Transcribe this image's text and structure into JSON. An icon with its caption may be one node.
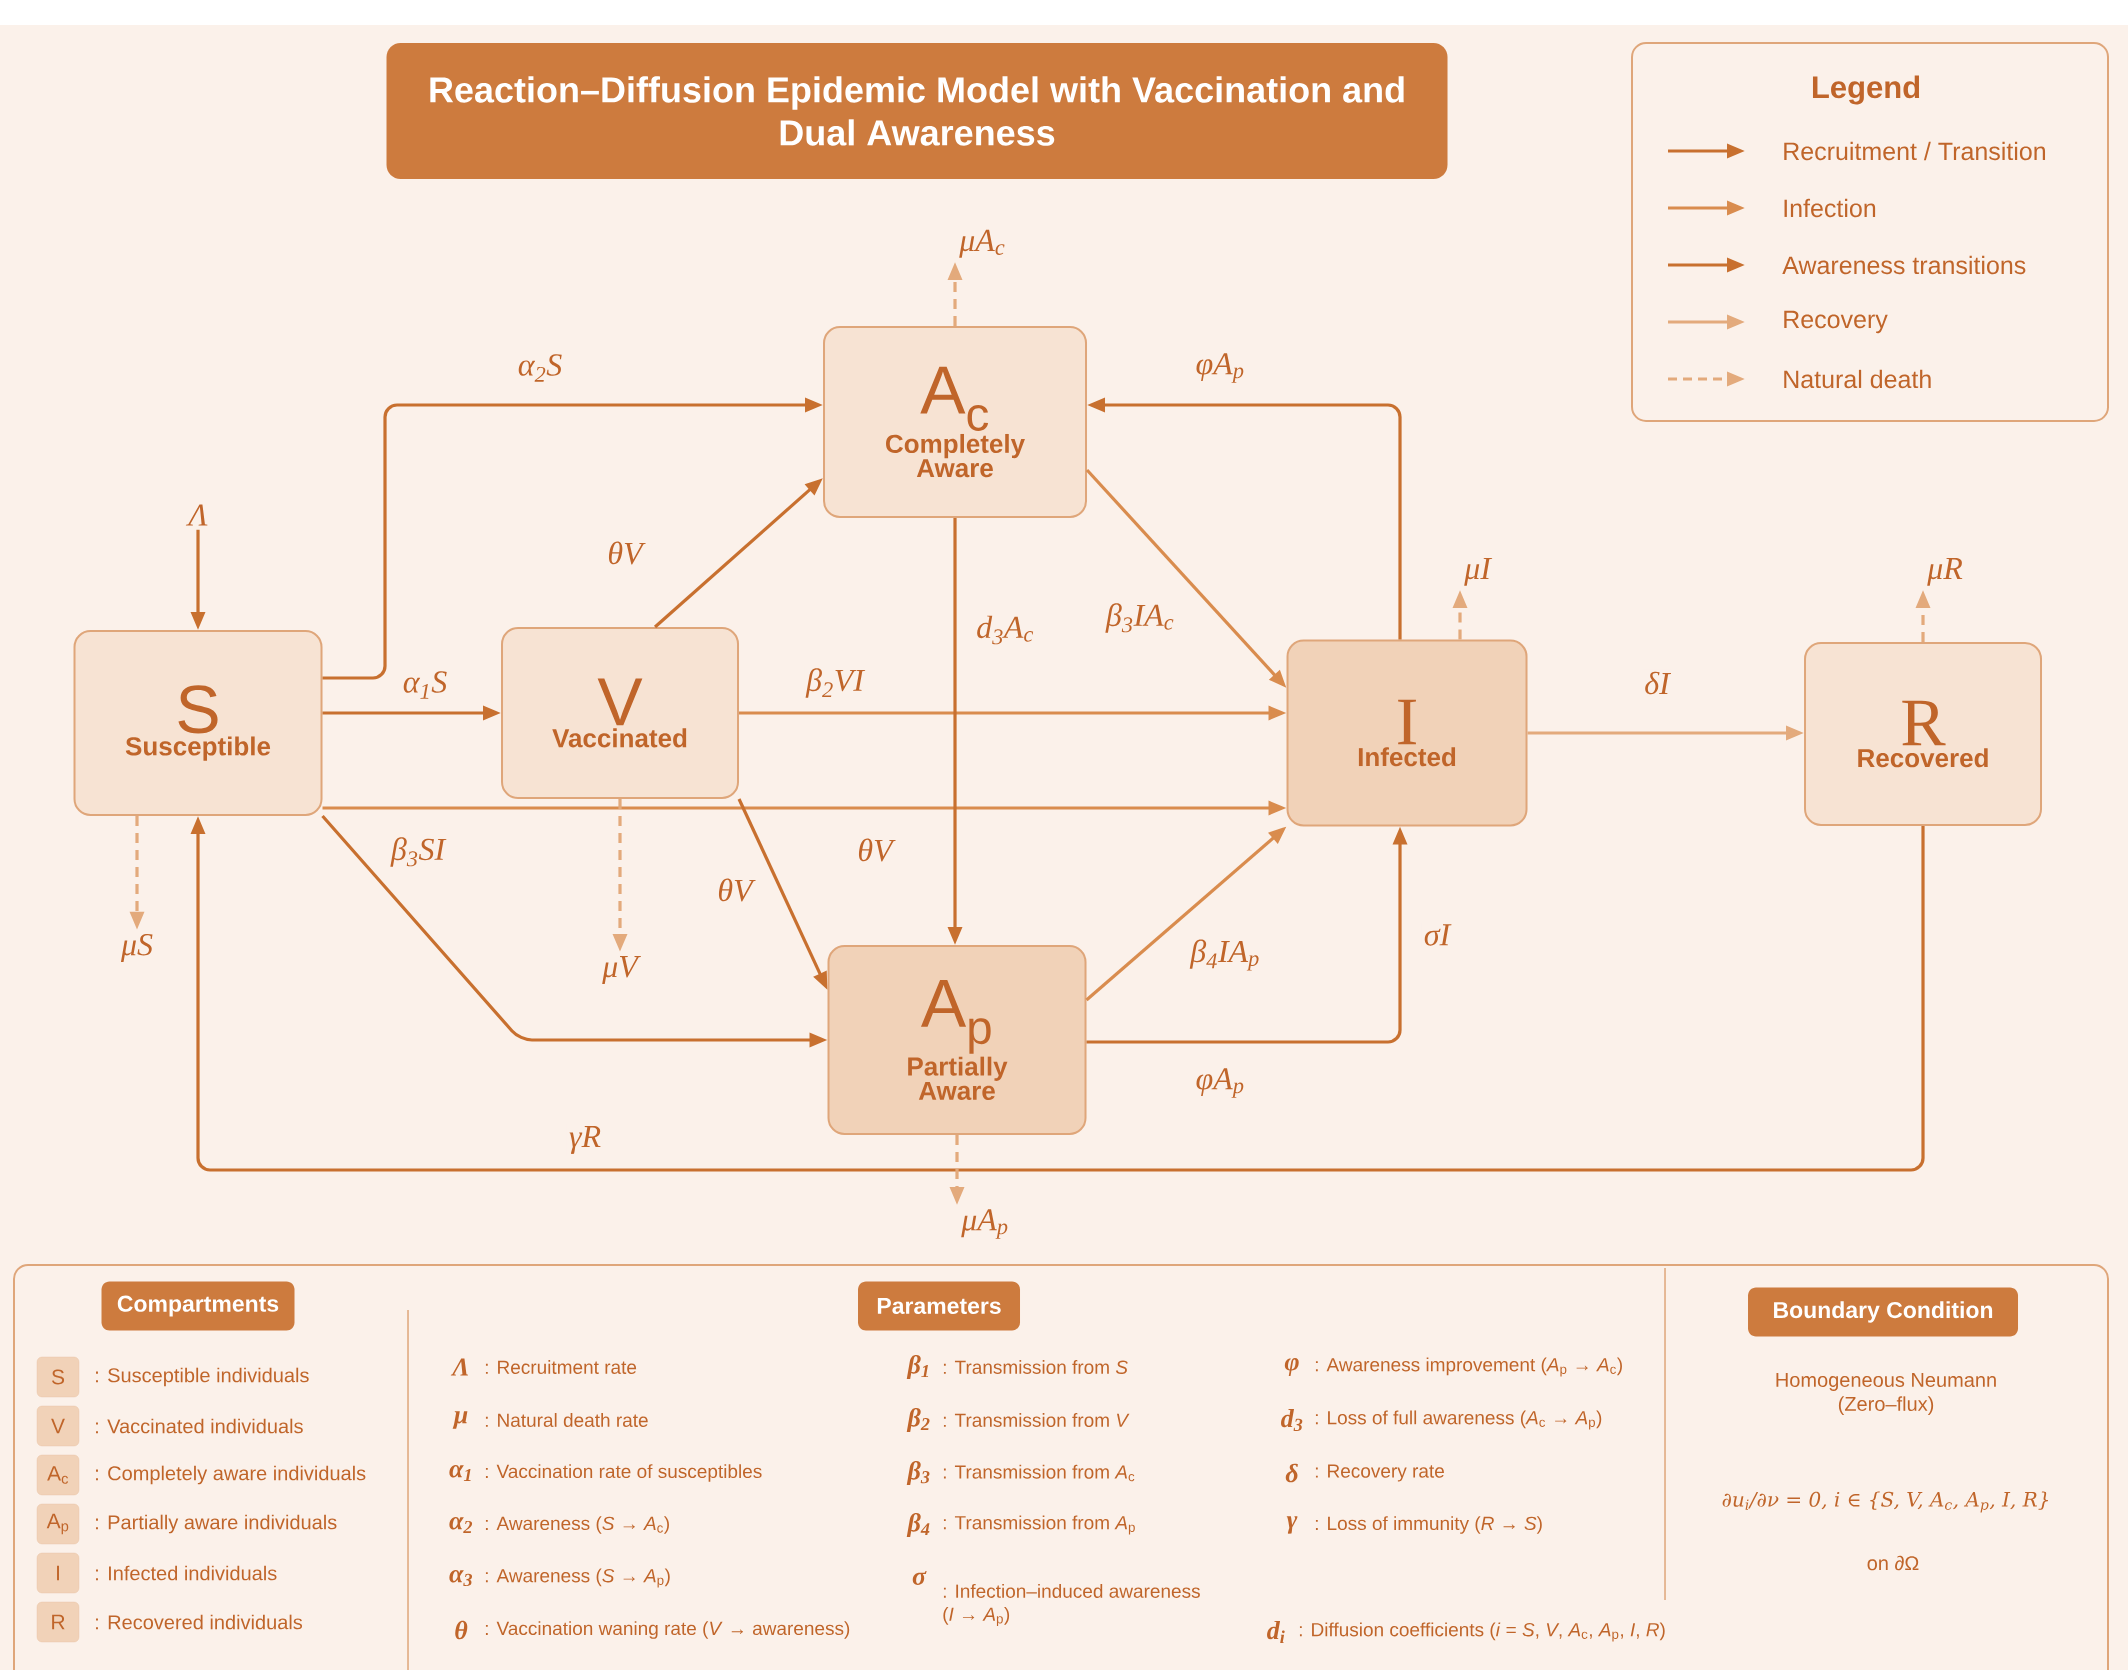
{
  "diagram": {
    "title": "Reaction–Diffusion Epidemic Model with Vaccination and Dual Awareness",
    "nodes": [
      {
        "text": [
          "S",
          "Susceptible"
        ]
      },
      {
        "text": [
          "V",
          "Vaccinated"
        ]
      },
      {
        "text": [
          "A$_{c}$",
          "Completely Aware"
        ]
      },
      {
        "text": [
          "A$_{p}$",
          "Partially Aware"
        ]
      },
      {
        "text": [
          "I",
          "Infected"
        ]
      },
      {
        "text": [
          "R",
          "Recovered"
        ]
      },
      {
        "text": [
          "Λ"
        ]
      },
      {
        "text": [
          "μS"
        ]
      },
      {
        "text": [
          "μV"
        ]
      },
      {
        "text": [
          "μA$_{c}$"
        ]
      },
      {
        "text": [
          "μA$_{p}$"
        ]
      },
      {
        "text": [
          "μI"
        ]
      },
      {
        "text": [
          "μR"
        ]
      },
      {
        "text": [
          "Compartments"
        ]
      },
      {
        "text": [
          "Parameters"
        ]
      },
      {
        "text": [
          "Boundary Condition"
        ]
      },
      {
        "text": [
          "S"
        ]
      },
      {
        "text": [
          "V"
        ]
      },
      {
        "text": [
          "A$_{c}$"
        ]
      },
      {
        "text": [
          "A$_{p}$"
        ]
      },
      {
        "text": [
          "I"
        ]
      },
      {
        "text": [
          "R"
        ]
      }
    ],
    "edges": [
      {
        "from": 6,
        "to": 0,
        "arrow": "to"
      },
      {
        "from": 0,
        "to": 2,
        "arrow": "to",
        "label": "α$_{2}$S"
      },
      {
        "from": 0,
        "to": 1,
        "arrow": "to",
        "label": "α$_{1}$S"
      },
      {
        "from": 1,
        "to": 2,
        "arrow": "to",
        "label": "θV"
      },
      {
        "from": 1,
        "to": 4,
        "arrow": "to",
        "label": "β$_{2}$VI",
        "color": "#d98c4e"
      },
      {
        "from": 0,
        "to": 4,
        "arrow": "to",
        "color": "#d98c4e"
      },
      {
        "from": 0,
        "to": 3,
        "arrow": "to",
        "label": "β$_{3}$SI"
      },
      {
        "from": 1,
        "to": 3,
        "arrow": "to",
        "label": "θV"
      },
      {
        "from": 2,
        "to": 3,
        "arrow": "to",
        "label": "d$_{3}$A$_{c}$"
      },
      {
        "from": 2,
        "to": 4,
        "arrow": "to",
        "label": "β$_{3}$IA$_{c}$",
        "color": "#d98c4e"
      },
      {
        "from": 4,
        "to": 2,
        "arrow": "to",
        "label": "φA$_{p}$"
      },
      {
        "from": 3,
        "to": 4,
        "arrow": "to",
        "label": "β$_{4}$IA$_{p}$",
        "color": "#d98c4e"
      },
      {
        "from": 3,
        "to": 4,
        "arrow": "to",
        "label": "σI"
      },
      {
        "from": 4,
        "to": 5,
        "arrow": "to",
        "label": "δI",
        "color": "#e3aa7c"
      },
      {
        "from": 5,
        "to": 0,
        "arrow": "to",
        "label": "γR"
      },
      {
        "from": 0,
        "to": 7,
        "arrow": "to",
        "style": "dashed",
        "color": "#e3aa7c"
      },
      {
        "from": 1,
        "to": 8,
        "arrow": "to",
        "style": "dashed",
        "color": "#e3aa7c"
      },
      {
        "from": 2,
        "to": 9,
        "arrow": "to",
        "style": "dashed",
        "color": "#e3aa7c"
      },
      {
        "from": 3,
        "to": 10,
        "arrow": "to",
        "style": "dashed",
        "color": "#e3aa7c"
      },
      {
        "from": 4,
        "to": 11,
        "arrow": "to",
        "style": "dashed",
        "color": "#e3aa7c"
      },
      {
        "from": 5,
        "to": 12,
        "arrow": "to",
        "style": "dashed",
        "color": "#e3aa7c"
      }
    ],
    "labels": [
      "Legend",
      "θV",
      "φA$_{p}$",
      ": Susceptible individuals",
      ": Vaccinated individuals",
      ": Completely aware individuals",
      ": Partially aware individuals",
      ": Infected individuals",
      ": Recovered individuals",
      "Λ",
      ": Recruitment rate",
      "μ",
      ": Natural death rate",
      "α$_{1}$",
      ": Vaccination rate of susceptibles",
      "α$_{2}$",
      ": Awareness (*S* → *A*$_{c}$)",
      "α$_{3}$",
      ": Awareness (*S* → *A*$_{p}$)",
      "θ",
      ": Vaccination waning rate (*V* → awareness)",
      "β$_{1}$",
      ": Transmission from *S*",
      "β$_{2}$",
      ": Transmission from *V*",
      "β$_{3}$",
      ": Transmission from *A*$_{c}$",
      "β$_{4}$",
      ": Transmission from *A*$_{p}$",
      "σ",
      ": Infection–induced awareness (*I* → *A*$_{p}$)",
      "φ",
      ": Awareness improvement (*A*$_{p}$ → *A*$_{c}$)",
      "d$_{3}$",
      ": Loss of full awareness (*A*$_{c}$ → *A*$_{p}$)",
      "δ",
      ": Recovery rate",
      "γ",
      ": Loss of immunity (*R* → *S*)",
      "d$_{i}$",
      ": Diffusion coefficients (*i* = *S*, *V*, *A*$_{c}$, *A*$_{p}$, *I*, *R*)",
      "Homogeneous Neumann (Zero–flux)",
      "∂u$_{i}$/∂ν = 0,  i ∈ {S, V, A$_{c}$, A$_{p}$, I, R}",
      "on ∂Ω"
    ],
    "legend": [
      {
        "text": "Recruitment / Transition"
      },
      {
        "text": "Infection"
      },
      {
        "text": "Awareness transitions"
      },
      {
        "text": "Recovery"
      },
      {
        "text": "Natural death"
      }
    ]
  }
}
